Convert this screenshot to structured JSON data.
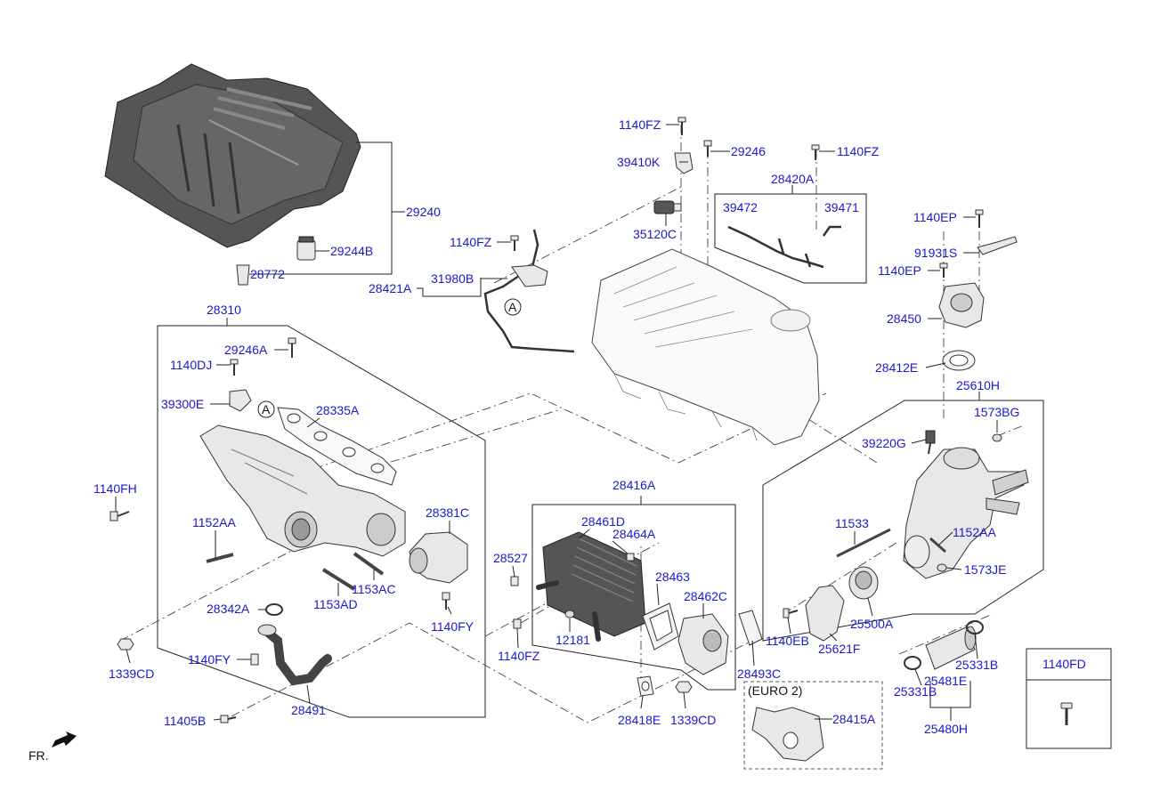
{
  "labels": {
    "p29240": "29240",
    "p29244B": "29244B",
    "p28772": "28772",
    "p1140FZ_a": "1140FZ",
    "p29246": "29246",
    "p1140FZ_b": "1140FZ",
    "p39410K": "39410K",
    "p28420A": "28420A",
    "p39472": "39472",
    "p39471": "39471",
    "p35120C": "35120C",
    "p1140FZ_c": "1140FZ",
    "p28421A": "28421A",
    "p31980B": "31980B",
    "pA_top": "A",
    "p1140EP_a": "1140EP",
    "p91931S": "91931S",
    "p1140EP_b": "1140EP",
    "p28450": "28450",
    "p28412E": "28412E",
    "p25610H": "25610H",
    "p1573BG": "1573BG",
    "p39220G": "39220G",
    "p28310": "28310",
    "p29246A": "29246A",
    "p1140DJ": "1140DJ",
    "p39300E": "39300E",
    "pA_mid": "A",
    "p28335A": "28335A",
    "p1140FH": "1140FH",
    "p1152AA_a": "1152AA",
    "p28381C": "28381C",
    "p1153AC": "1153AC",
    "p1153AD": "1153AD",
    "p28342A": "28342A",
    "p1140FY_a": "1140FY",
    "p1339CD_a": "1339CD",
    "p1140FY_b": "1140FY",
    "p28491": "28491",
    "p11405B": "11405B",
    "p28416A": "28416A",
    "p28461D": "28461D",
    "p28464A": "28464A",
    "p28527": "28527",
    "p28463": "28463",
    "p28462C": "28462C",
    "p12181": "12181",
    "p1140FZ_d": "1140FZ",
    "p28493C": "28493C",
    "p28418E": "28418E",
    "p1339CD_b": "1339CD",
    "p11533": "11533",
    "p1152AA_b": "1152AA",
    "p1573JE": "1573JE",
    "p25500A": "25500A",
    "p1140EB": "1140EB",
    "p25621F": "25621F",
    "p25331B_a": "25331B",
    "p25331B_b": "25331B",
    "p25481E": "25481E",
    "p25480H": "25480H",
    "p28415A": "28415A",
    "euro2": "(EURO 2)",
    "p1140FD": "1140FD",
    "fr": "FR."
  }
}
